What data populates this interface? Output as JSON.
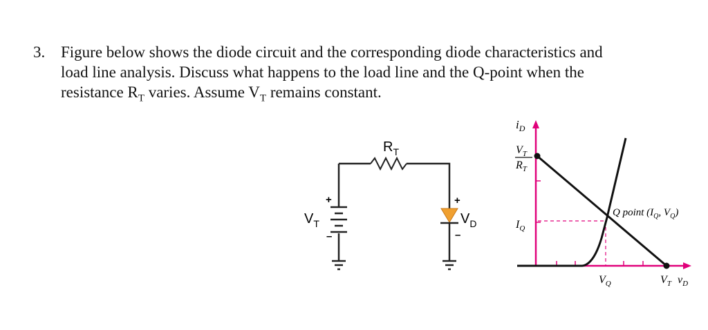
{
  "question": {
    "number": "3.",
    "line1": "Figure below shows the diode circuit and the corresponding diode characteristics and",
    "line2": "load line analysis. Discuss what happens to the load line and the Q-point when the",
    "line3_a": "resistance R",
    "line3_sub1": "T",
    "line3_b": " varies. Assume V",
    "line3_sub2": "T",
    "line3_c": " remains constant."
  },
  "circuit": {
    "source_label": "V",
    "source_sub": "T",
    "resistor_label": "R",
    "resistor_sub": "T",
    "diode_label": "V",
    "diode_sub": "D",
    "plus": "+",
    "minus": "–"
  },
  "graph": {
    "y_axis_label": "i",
    "y_axis_sub": "D",
    "y_top_num": "V",
    "y_top_num_sub": "T",
    "y_top_den": "R",
    "y_top_den_sub": "T",
    "y_iq": "I",
    "y_iq_sub": "Q",
    "x_vq": "V",
    "x_vq_sub": "Q",
    "x_vt": "V",
    "x_vt_sub": "T",
    "x_axis_label": "v",
    "x_axis_sub": "D",
    "qpoint_label": "Q point (I",
    "qpoint_sub1": "Q",
    "qpoint_sep": ", V",
    "qpoint_sub2": "Q",
    "qpoint_close": ")",
    "colors": {
      "axis": "#e0007a",
      "curve": "#111111",
      "dashed": "#e0007a",
      "diode": "#f0a030"
    }
  }
}
